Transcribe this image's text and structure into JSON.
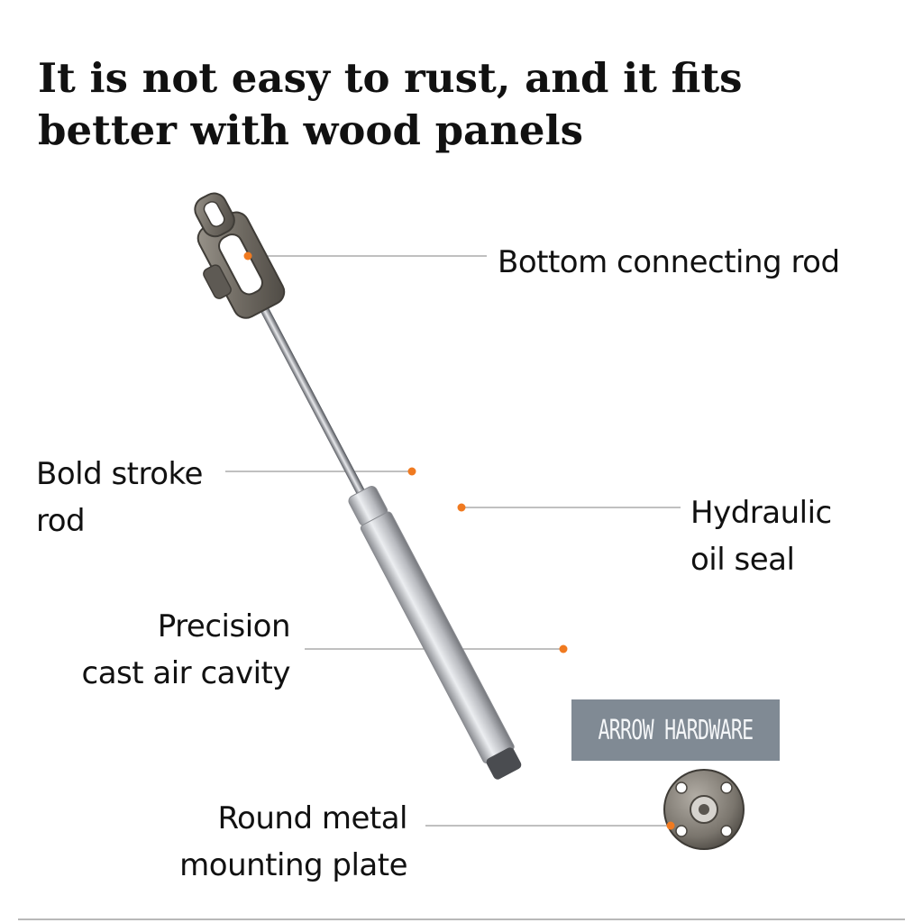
{
  "headline": {
    "line1": "It is not easy to rust, and it fits",
    "line2": "better with wood panels"
  },
  "callouts": {
    "bottom_connecting_rod": {
      "line1": "Bottom connecting rod"
    },
    "bold_stroke_rod": {
      "line1": "Bold stroke",
      "line2": "rod"
    },
    "hydraulic_oil_seal": {
      "line1": "Hydraulic",
      "line2": "oil seal"
    },
    "precision_cast_air_cavity": {
      "line1": "Precision",
      "line2": "cast air cavity"
    },
    "round_metal_mounting_plate": {
      "line1": "Round metal",
      "line2": "mounting plate"
    }
  },
  "watermark": {
    "text": "ARROW HARDWARE"
  },
  "colors": {
    "marker_dot": "#f07a20",
    "leader_line": "#9a9a9a",
    "metal_dark": "#6b6660",
    "metal_light": "#c9c9cc",
    "tube_light": "#d9dadd",
    "tube_dark": "#8c8e93"
  }
}
